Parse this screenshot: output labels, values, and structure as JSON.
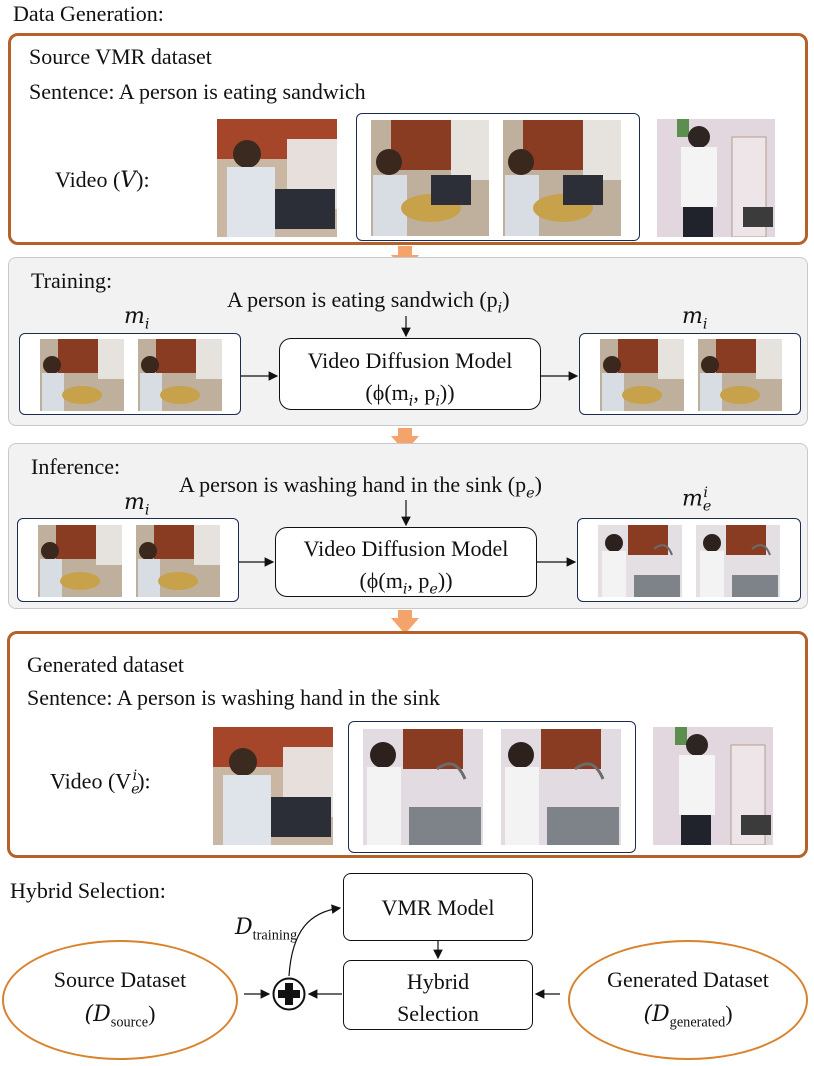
{
  "section_labels": {
    "data_generation": "Data Generation:",
    "training": "Training:",
    "inference": "Inference:",
    "hybrid_selection": "Hybrid Selection:"
  },
  "source": {
    "title": "Source VMR dataset",
    "sentence": "Sentence: A person is eating sandwich",
    "video_label": "Video (V):"
  },
  "training": {
    "prompt": "A person is eating sandwich (p",
    "prompt_sub": "i",
    "prompt_end": ")",
    "left_label": "m",
    "left_sub": "i",
    "right_label": "m",
    "right_sub": "i",
    "model_line1": "Video Diffusion Model",
    "model_line2": "(ϕ(m",
    "model_sub1": "i",
    "model_mid": ", p",
    "model_sub2": "i",
    "model_end": "))"
  },
  "inference": {
    "prompt": "A person is washing hand in the sink (p",
    "prompt_sub": "e",
    "prompt_end": ")",
    "left_label": "m",
    "left_sub": "i",
    "right_label": "m",
    "right_sub": "e",
    "right_sup": "i",
    "model_line1": "Video Diffusion Model",
    "model_line2": "(ϕ(m",
    "model_sub1": "i",
    "model_mid": ", p",
    "model_sub2": "e",
    "model_end": "))"
  },
  "generated": {
    "title": "Generated dataset",
    "sentence": "Sentence: A person is washing hand in the sink",
    "video_label_pre": "Video (V",
    "video_label_sub": "e",
    "video_label_sup": "i",
    "video_label_end": "):"
  },
  "hybrid": {
    "vmr_model": "VMR Model",
    "hybrid_line1": "Hybrid",
    "hybrid_line2": "Selection",
    "d_training": "D",
    "d_training_sub": "training",
    "source_line1": "Source Dataset",
    "source_line2": "(D",
    "source_sub": "source",
    "source_end": ")",
    "generated_line1": "Generated Dataset",
    "generated_line2": "(D",
    "generated_sub": "generated",
    "generated_end": ")"
  },
  "colors": {
    "orange_border": "#b5612c",
    "arrow_orange": "#f4a46a",
    "navy_border": "#1d2b4f",
    "ellipse_orange": "#d9822b"
  }
}
